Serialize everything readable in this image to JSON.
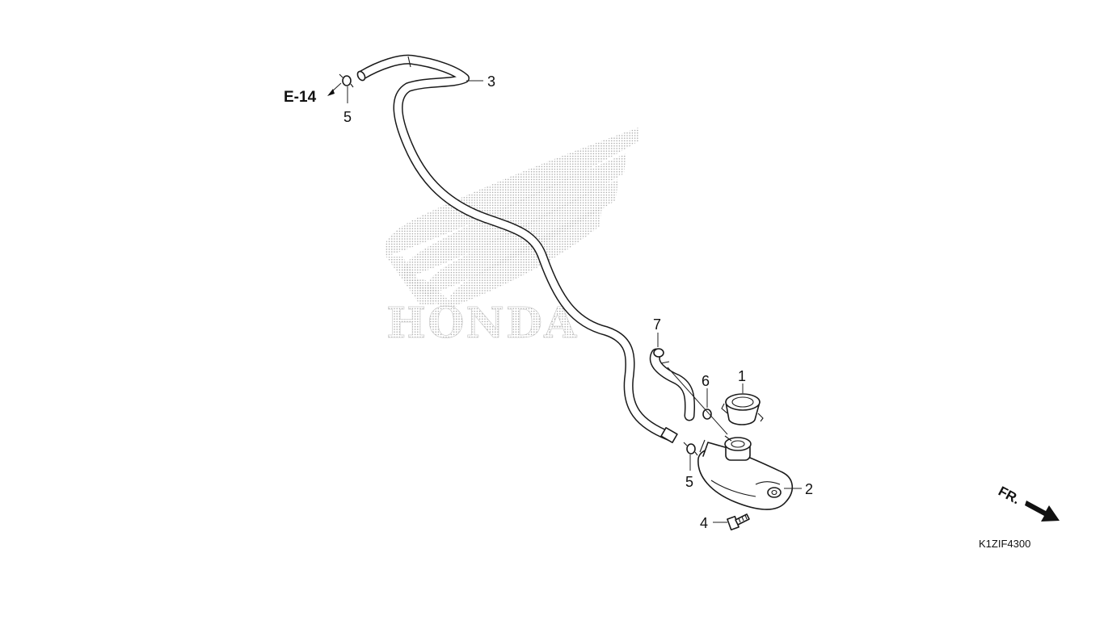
{
  "watermark": {
    "text": "HONDA",
    "dot_color": "#b5b5b5"
  },
  "reference": {
    "label": "E-14"
  },
  "callouts": {
    "part_1": "1",
    "part_2": "2",
    "part_3": "3",
    "part_4": "4",
    "part_5_upper": "5",
    "part_5_lower": "5",
    "part_6": "6",
    "part_7": "7"
  },
  "direction": {
    "label": "FR."
  },
  "diagram_code": "K1ZIF4300",
  "colors": {
    "line": "#1a1a1a",
    "background": "#ffffff"
  }
}
